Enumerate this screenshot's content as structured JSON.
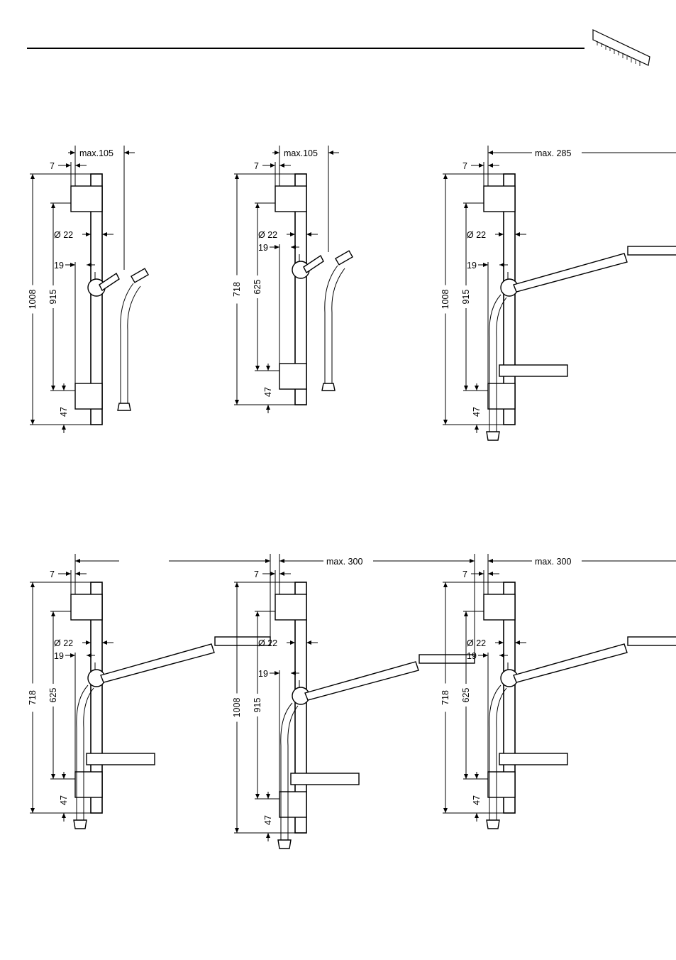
{
  "diagrams": [
    {
      "id": "d1",
      "variant": "hose",
      "reach": "max.105",
      "offset": "7",
      "diameter": "Ø 22",
      "slider_offset": "19",
      "total_height": "1008",
      "bracket_span": "915",
      "bottom_offset": "47"
    },
    {
      "id": "d2",
      "variant": "hose",
      "reach": "max.105",
      "offset": "7",
      "diameter": "Ø 22",
      "slider_offset": "19",
      "total_height": "718",
      "bracket_span": "625",
      "bottom_offset": "47"
    },
    {
      "id": "d3",
      "variant": "showerhead",
      "reach": "max. 285",
      "offset": "7",
      "diameter": "Ø 22",
      "slider_offset": "19",
      "total_height": "1008",
      "bracket_span": "915",
      "bottom_offset": "47"
    },
    {
      "id": "d4",
      "variant": "showerhead",
      "reach": "",
      "offset": "7",
      "diameter": "Ø 22",
      "slider_offset": "19",
      "total_height": "718",
      "bracket_span": "625",
      "bottom_offset": "47"
    },
    {
      "id": "d5",
      "variant": "showerhead",
      "reach": "max. 300",
      "offset": "7",
      "diameter": "Ø 22",
      "slider_offset": "19",
      "total_height": "1008",
      "bracket_span": "915",
      "bottom_offset": "47"
    },
    {
      "id": "d6",
      "variant": "showerhead",
      "reach": "max. 300",
      "offset": "7",
      "diameter": "Ø 22",
      "slider_offset": "19",
      "total_height": "718",
      "bracket_span": "625",
      "bottom_offset": "47"
    }
  ]
}
